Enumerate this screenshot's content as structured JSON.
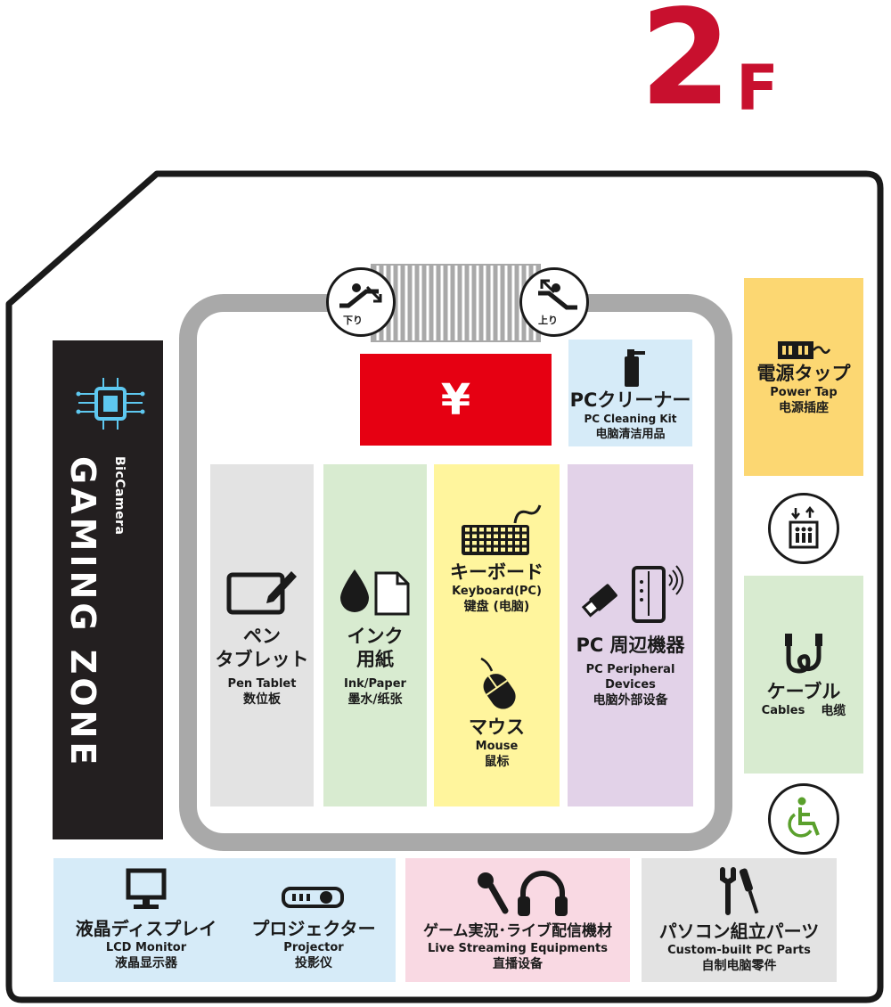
{
  "floor": {
    "number": "2",
    "unit": "F"
  },
  "colors": {
    "floor_red": "#c8102e",
    "cashier_red": "#e60012",
    "wall": "#1a1a1a",
    "inner_ring": "#a9a9a9",
    "blue_zone": "#d6ebf8",
    "green_zone": "#d8ebd0",
    "yellow_zone": "#fff59d",
    "purple_zone": "#e2d2e8",
    "grey_zone": "#e3e3e3",
    "orange_zone": "#fcd772",
    "pink_zone": "#f9d9e3",
    "gaming_black": "#231f20",
    "gaming_cyan": "#5ec8f0",
    "accessible_green": "#5aa02c"
  },
  "gaming_zone": {
    "brand": "BicCamera",
    "title": "GAMING ZONE",
    "icon": "circuit-logo-icon"
  },
  "escalators": {
    "down": {
      "label": "下り",
      "icon": "escalator-down-icon"
    },
    "up": {
      "label": "上り",
      "icon": "escalator-up-icon"
    }
  },
  "cashier": {
    "symbol": "¥",
    "icon": "cashier-yen-icon"
  },
  "zones": {
    "pc_cleaner": {
      "ja": "PCクリーナー",
      "en": "PC Cleaning Kit",
      "zh": "电脑清洁用品",
      "icon": "air-duster-icon"
    },
    "power_tap": {
      "ja": "電源タップ",
      "en": "Power Tap",
      "zh": "电源插座",
      "icon": "power-strip-icon"
    },
    "pen_tablet": {
      "ja1": "ペン",
      "ja2": "タブレット",
      "en": "Pen Tablet",
      "zh": "数位板",
      "icon": "pen-tablet-icon"
    },
    "ink_paper": {
      "ja1": "インク",
      "ja2": "用紙",
      "en": "Ink/Paper",
      "zh": "墨水/纸张",
      "icon": "ink-paper-icon"
    },
    "keyboard": {
      "ja": "キーボード",
      "en": "Keyboard(PC)",
      "zh": "键盘 (电脑)",
      "icon": "keyboard-icon"
    },
    "mouse": {
      "ja": "マウス",
      "en": "Mouse",
      "zh": "鼠标",
      "icon": "mouse-icon"
    },
    "pc_peripheral": {
      "ja": "PC 周辺機器",
      "en1": "PC Peripheral",
      "en2": "Devices",
      "zh": "电脑外部设备",
      "icon": "usb-device-icon"
    },
    "cables": {
      "ja": "ケーブル",
      "en": "Cables",
      "zh": "电缆",
      "icon": "cable-icon"
    },
    "lcd_monitor": {
      "ja": "液晶ディスプレイ",
      "en": "LCD Monitor",
      "zh": "液晶显示器",
      "icon": "monitor-icon"
    },
    "projector": {
      "ja": "プロジェクター",
      "en": "Projector",
      "zh": "投影仪",
      "icon": "projector-icon"
    },
    "live_streaming": {
      "ja": "ゲーム実況･ライブ配信機材",
      "en": "Live Streaming Equipments",
      "zh": "直播设备",
      "icon": "mic-headphones-icon"
    },
    "custom_pc": {
      "ja": "パソコン組立パーツ",
      "en": "Custom-built PC Parts",
      "zh": "自制电脑零件",
      "icon": "tools-icon"
    }
  },
  "facilities": {
    "elevator": "elevator-icon",
    "accessible": "wheelchair-icon"
  }
}
